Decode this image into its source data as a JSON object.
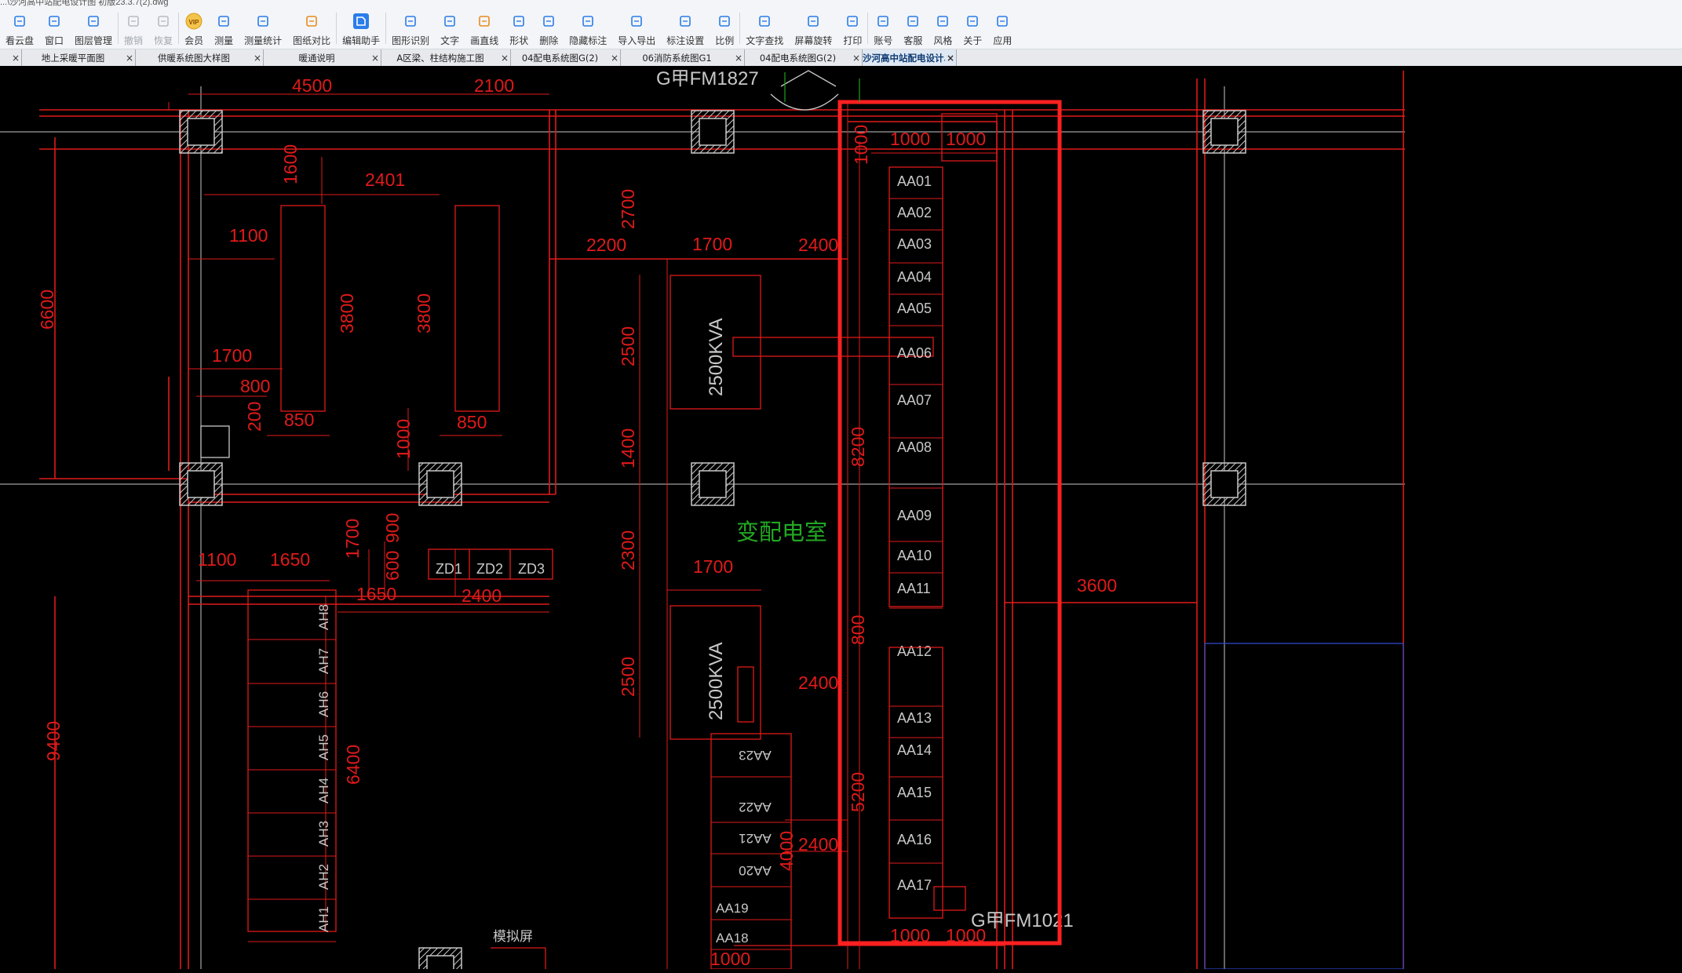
{
  "title": "...\\沙河高中站配电设计图 初版23.3.7(2).dwg",
  "toolbar": {
    "items": [
      {
        "label": "看云盘",
        "icon": "cloud-icon"
      },
      {
        "label": "窗口",
        "icon": "window-icon"
      },
      {
        "label": "图层管理",
        "icon": "layers-icon"
      },
      {
        "label": "撤销",
        "icon": "undo-icon"
      },
      {
        "label": "恢复",
        "icon": "redo-icon"
      },
      {
        "label": "会员",
        "icon": "vip-icon",
        "badge": "VIP"
      },
      {
        "label": "测量",
        "icon": "measure-icon"
      },
      {
        "label": "测量统计",
        "icon": "measure-stats-icon"
      },
      {
        "label": "图纸对比",
        "icon": "compare-icon"
      },
      {
        "label": "编辑助手",
        "icon": "edit-assistant-icon"
      },
      {
        "label": "图形识别",
        "icon": "shape-recognize-icon"
      },
      {
        "label": "文字",
        "icon": "text-icon"
      },
      {
        "label": "画直线",
        "icon": "line-icon"
      },
      {
        "label": "形状",
        "icon": "shape-icon"
      },
      {
        "label": "删除",
        "icon": "eraser-icon"
      },
      {
        "label": "隐藏标注",
        "icon": "hide-annotation-icon"
      },
      {
        "label": "导入导出",
        "icon": "import-export-icon"
      },
      {
        "label": "标注设置",
        "icon": "annotation-settings-icon"
      },
      {
        "label": "比例",
        "icon": "scale-icon"
      },
      {
        "label": "文字查找",
        "icon": "text-search-icon"
      },
      {
        "label": "屏幕旋转",
        "icon": "rotate-screen-icon"
      },
      {
        "label": "打印",
        "icon": "print-icon"
      },
      {
        "label": "账号",
        "icon": "account-icon"
      },
      {
        "label": "客服",
        "icon": "headset-icon"
      },
      {
        "label": "风格",
        "icon": "style-icon"
      },
      {
        "label": "关于",
        "icon": "info-icon"
      },
      {
        "label": "应用",
        "icon": "apps-icon"
      }
    ]
  },
  "tabs": [
    {
      "label": ""
    },
    {
      "label": "地上采暖平面图"
    },
    {
      "label": "供暖系统图大样图"
    },
    {
      "label": "暖通说明"
    },
    {
      "label": "A区梁、柱结构施工图"
    },
    {
      "label": "04配电系统图G(2)"
    },
    {
      "label": "06消防系统图G1"
    },
    {
      "label": "04配电系统图G(2)"
    },
    {
      "label": "沙河高中站配电设计…",
      "active": true
    }
  ],
  "drawing": {
    "room_label": "变配电室",
    "door_top": "G甲FM1827",
    "door_right": "G甲FM1021",
    "transformer_1": "2500KVA",
    "transformer_2": "2500KVA",
    "aa_cabinets": [
      "AA01",
      "AA02",
      "AA03",
      "AA04",
      "AA05",
      "AA06",
      "AA07",
      "AA08",
      "AA09",
      "AA10",
      "AA11",
      "AA12",
      "AA13",
      "AA14",
      "AA15",
      "AA16",
      "AA17"
    ],
    "aa_low": [
      "AA23",
      "AA22",
      "AA21",
      "AA20",
      "AA19",
      "AA18"
    ],
    "ah_cabinets": [
      "AH8",
      "AH7",
      "AH6",
      "AH5",
      "AH4",
      "AH3",
      "AH2",
      "AH1"
    ],
    "zd_boxes": [
      "ZD1",
      "ZD2",
      "ZD3"
    ],
    "panel_label": "模拟屏",
    "dims": {
      "d4500": "4500",
      "d2100": "2100",
      "d1600": "1600",
      "d2401": "2401",
      "d1100a": "1100",
      "d6600": "6600",
      "d3800a": "3800",
      "d3800b": "3800",
      "d1700a": "1700",
      "d800a": "800",
      "d850a": "850",
      "d200": "200",
      "d1000a": "1000",
      "d850b": "850",
      "d2700": "2700",
      "d2200": "2200",
      "d1700b": "1700",
      "d2400a": "2400",
      "d2500a": "2500",
      "d1400": "1400",
      "d2300": "2300",
      "d1700c": "1700",
      "d2500b": "2500",
      "d2400b": "2400",
      "d4000": "4000",
      "d2400c": "2400",
      "d1100b": "1100",
      "d1650a": "1650",
      "d1700d": "1700",
      "d900": "900",
      "d600": "600",
      "d1650b": "1650",
      "d2400d": "2400",
      "d9400": "9400",
      "d6400": "6400",
      "d1000b": "1000",
      "d1000c": "1000",
      "d1000d": "1000",
      "d8200": "8200",
      "d800b": "800",
      "d5200": "5200",
      "d3600": "3600",
      "d1000e": "1000",
      "d1000f": "1000",
      "d1000g": "1000"
    }
  },
  "colors": {
    "cad_red": "#e01a1a",
    "cad_green": "#1fa21f",
    "highlight": "#ff2020",
    "room_green": "#22a822",
    "blue": "#2e46c9"
  }
}
